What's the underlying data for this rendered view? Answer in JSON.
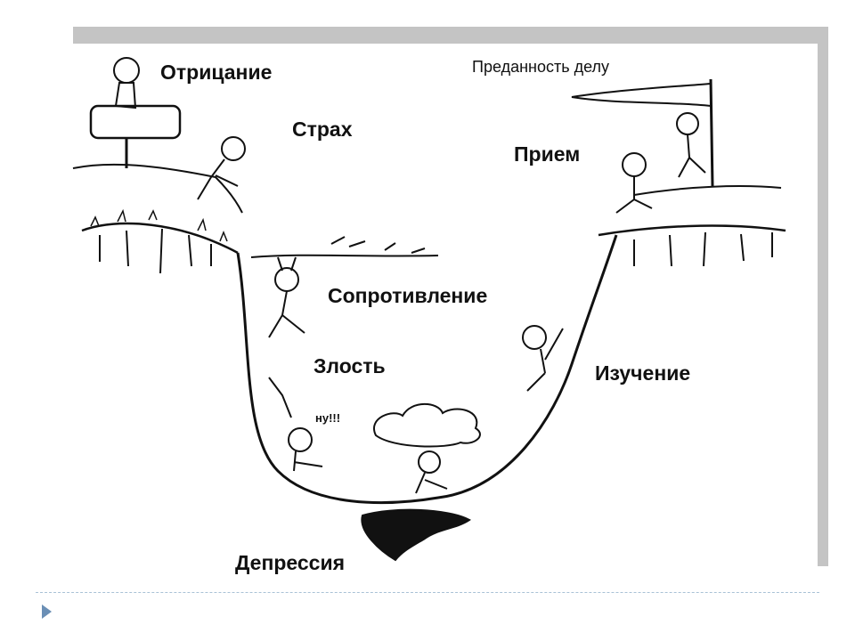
{
  "diagram": {
    "stages": {
      "denial": "Отрицание",
      "fear": "Страх",
      "resistance": "Сопротивление",
      "anger": "Злость",
      "depression": "Депрессия",
      "exploration": "Изучение",
      "acceptance": "Прием",
      "commitment": "Преданность делу"
    },
    "exclamation": "ну!!!"
  },
  "colors": {
    "frame": "#c4c4c4",
    "ink": "#111111",
    "separator": "#a9c2d6",
    "bullet": "#6b8fb5"
  }
}
